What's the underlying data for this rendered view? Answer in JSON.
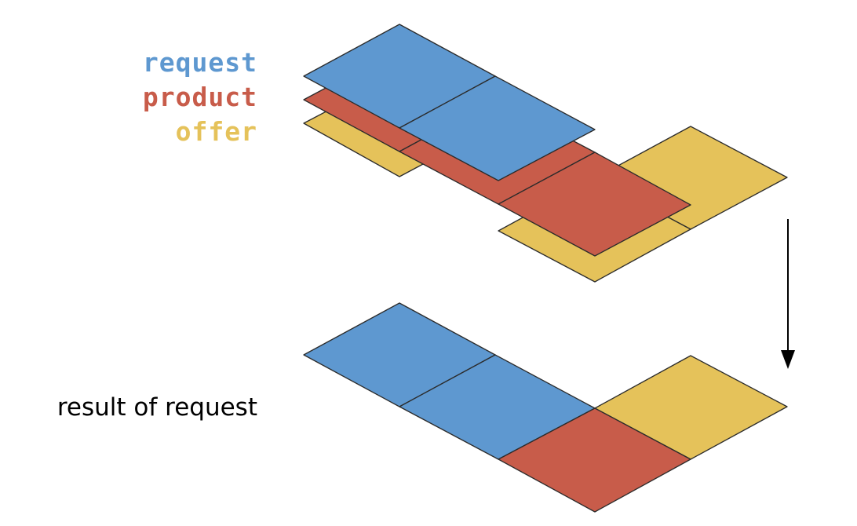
{
  "legend": {
    "request": "request",
    "product": "product",
    "offer": "offer"
  },
  "caption": "result of request",
  "colors": {
    "request": "#5e98d0",
    "product": "#c85c4a",
    "offer": "#e5c25a",
    "arrow": "#000000",
    "text_result": "#000000"
  }
}
